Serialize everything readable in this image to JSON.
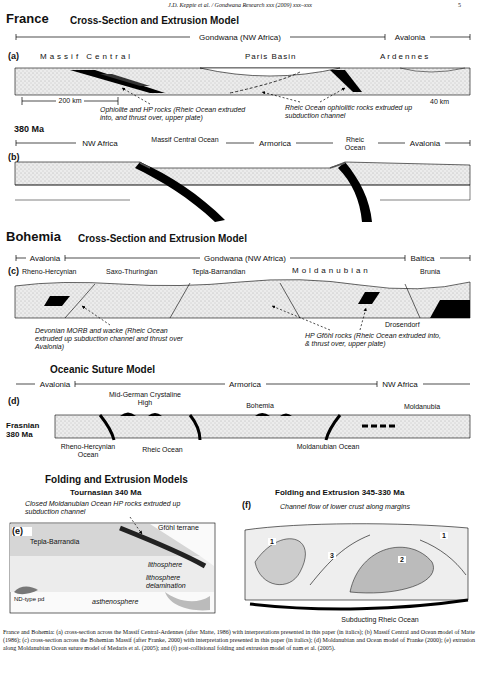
{
  "diagram": {
    "caption": "France and Bohemia: (a) cross-section across the Massif Central-Ardennes (after Matte, 1986) with interpretations presented in this paper (in italics); (b) Massif Central and Ocean model of Matte (1986); (c) cross-section across the Bohemian Massif (after Franke, 2000) with interpretation presented in this paper (in italics); (d) Moldanubian and Ocean model of Franke (2000); (e) extrusion along Moldanubian Ocean suture model of Medaris et al. (2005); and (f) post-collisional folding and extrusion model of nam et al. (2005).",
    "labels": [
      "J.D. Keppie et al. / Gondwana Research xxx (2009) xxx–xxx",
      "5",
      "France",
      "Cross-Section and Extrusion Model",
      "Gondwana (NW Africa)",
      "Avalonia",
      "(a)",
      "Massif Central",
      "Paris Basin",
      "Ardennes",
      "200 km",
      "40 km",
      "Ophiolite and HP rocks (Rheic Ocean extruded into, and thrust over, upper plate)",
      "Rheic Ocean ophiolitic rocks extruded up subduction channel",
      "380 Ma",
      "NW Africa",
      "Massif Central Ocean",
      "Armorica",
      "Rheic Ocean",
      "Avalonia",
      "(b)",
      "Bohemia",
      "Cross-Section and Extrusion Model",
      "Avalonia",
      "Gondwana (NW Africa)",
      "Baltica",
      "(c)",
      "Rheno-Hercynian",
      "Saxo-Thuringian",
      "Tepla-Barrandian",
      "Moldanubian",
      "Brunia",
      "Drosendorf",
      "Devonian MORB and wacke (Rheic Ocean extruded up subduction channel and thrust over Avalonia)",
      "HP Gföhl rocks (Rheic Ocean extruded into, & thrust over, upper plate)",
      "Oceanic Suture Model",
      "Avalonia",
      "Armorica",
      "NW Africa",
      "(d)",
      "Mid-German Crystaline High",
      "Bohemia",
      "Moldanubia",
      "Frasnian 380 Ma",
      "Rheno-Hercynian Ocean",
      "Rheic Ocean",
      "Moldanubian Ocean",
      "Folding and Extrusion Models",
      "Tournasian 340 Ma",
      "(e)",
      "Closed Moldanubian Ocean HP rocks extruded up subduction channel",
      "Gföhl terrane",
      "Tepla-Barrandia",
      "lithosphere",
      "lithosphere delamination",
      "ND-type pd",
      "asthenosphere",
      "Folding and Extrusion 345-330 Ma",
      "(f)",
      "Channel flow of lower crust along margins",
      "1",
      "3",
      "2",
      "1",
      "Subducting Rheic Ocean"
    ]
  }
}
